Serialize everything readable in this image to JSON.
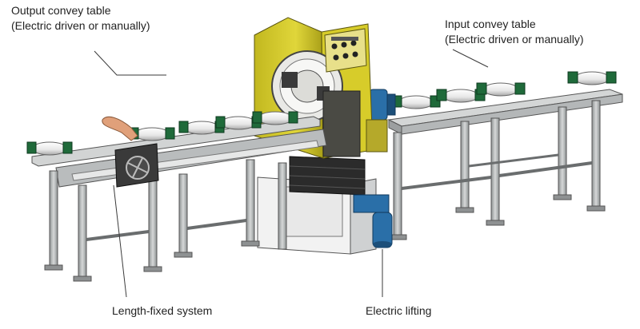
{
  "labels": {
    "output": {
      "line1": "Output convey table",
      "line2": "(Electric driven or manually)"
    },
    "input": {
      "line1": "Input convey table",
      "line2": "(Electric driven or manually)"
    },
    "length_fixed": "Length-fixed system",
    "electric_lifting": "Electric lifting"
  },
  "colors": {
    "machine_yellow": "#d7cc2a",
    "roller_green": "#1f6a3a",
    "motor_blue": "#2a6fa8",
    "handle_orange": "#e0a07a",
    "frame_gray": "#b9bcbd",
    "line": "#3a3a3a"
  }
}
